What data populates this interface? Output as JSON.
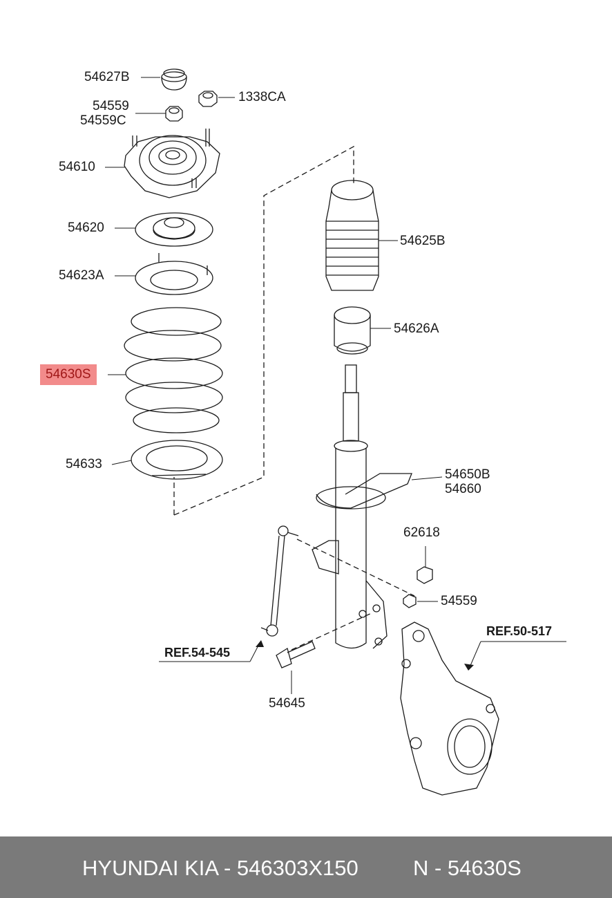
{
  "labels": {
    "p54627B": "54627B",
    "p1338CA": "1338CA",
    "p54559a": "54559",
    "p54559C": "54559C",
    "p54610": "54610",
    "p54620": "54620",
    "p54623A": "54623A",
    "p54625B": "54625B",
    "p54626A": "54626A",
    "p54630S": "54630S",
    "p54633": "54633",
    "p54650B": "54650B",
    "p54660": "54660",
    "p62618": "62618",
    "p54559b": "54559",
    "ref5450545": "REF.54-545",
    "ref50517": "REF.50-517",
    "p54645": "54645"
  },
  "footer": {
    "brand_part": "HYUNDAI KIA - 546303X150",
    "oem_ref": "N - 54630S"
  },
  "colors": {
    "highlight": "#f28b8b",
    "footer_bg": "#7a7a7a",
    "line": "#1a1a1a"
  }
}
